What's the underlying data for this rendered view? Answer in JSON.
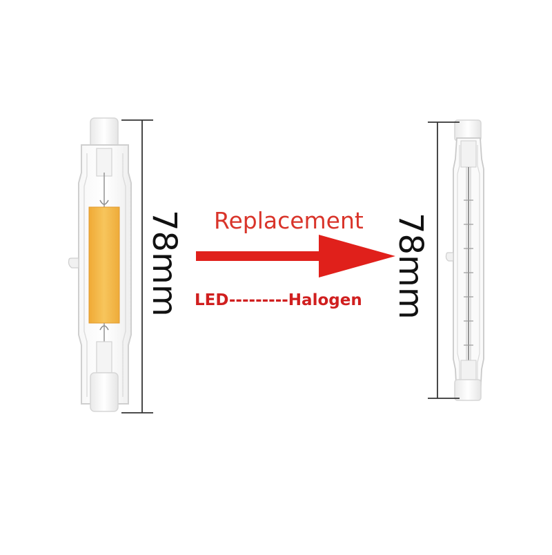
{
  "left_lamp": {
    "type": "LED",
    "length_label": "78mm",
    "chip_color": "#f2b544"
  },
  "right_lamp": {
    "type": "Halogen",
    "length_label": "78mm"
  },
  "arrow": {
    "label": "Replacement",
    "color": "#e0201b",
    "label_color": "#d9342a"
  },
  "comparison_label": "LED---------Halogen"
}
